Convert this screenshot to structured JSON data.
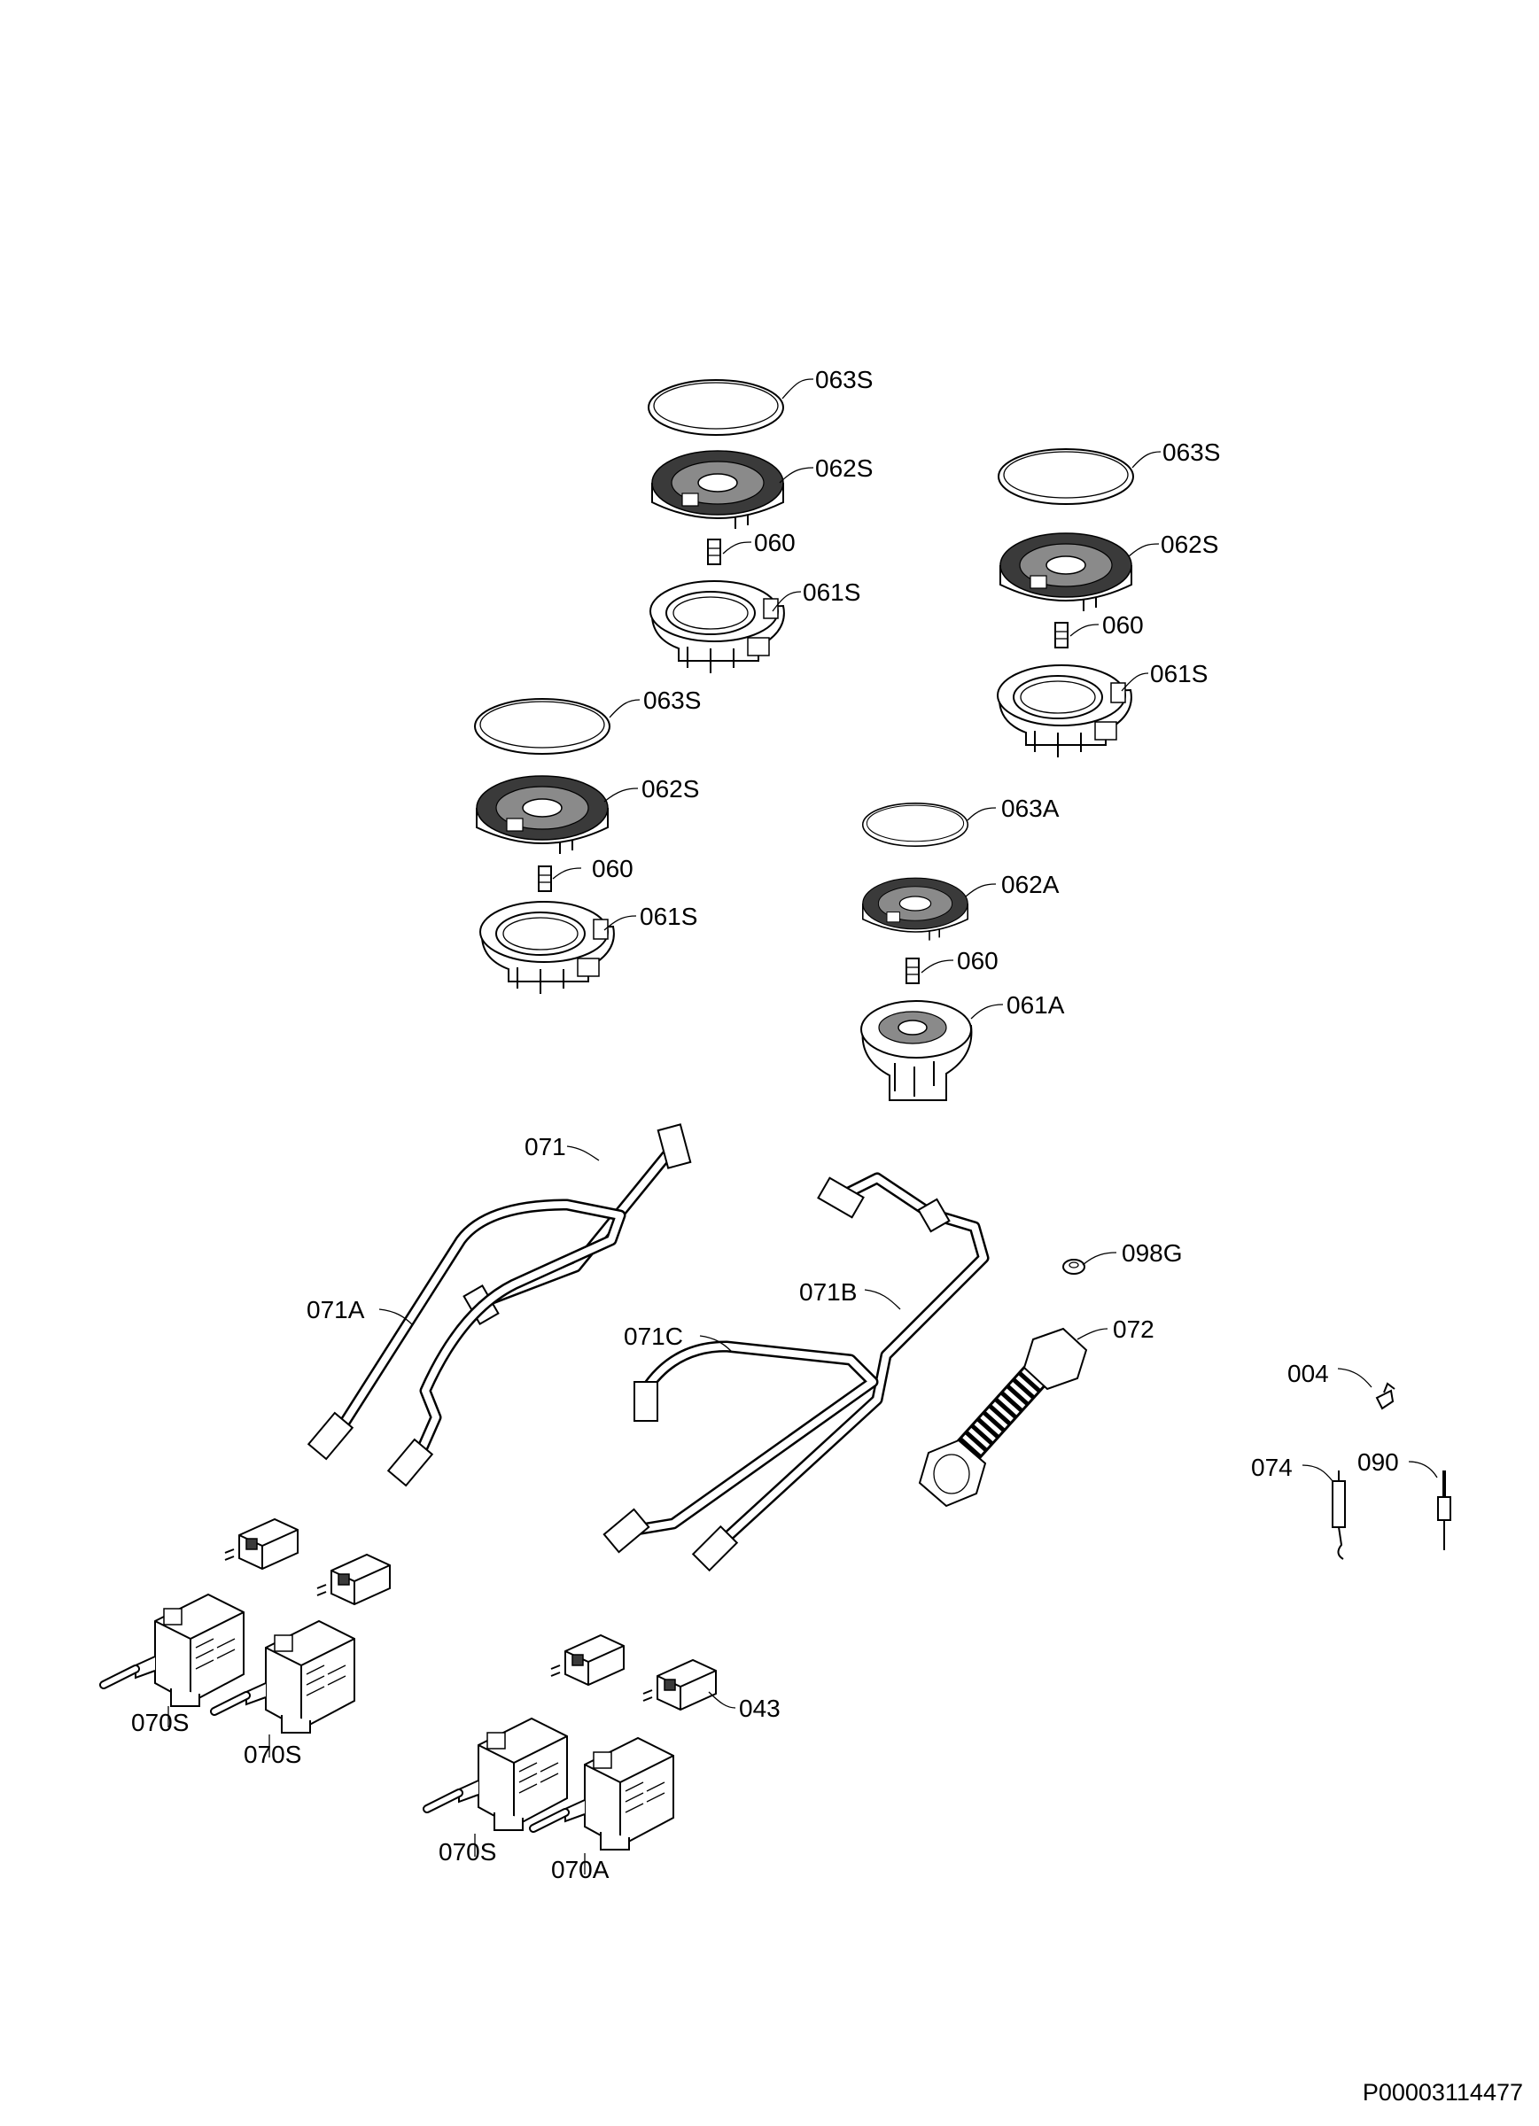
{
  "labels": {
    "cap_top_left": "063S",
    "head_top_left": "062S",
    "injector_top_left": "060",
    "cup_top_left": "061S",
    "cap_right": "063S",
    "head_right": "062S",
    "injector_right": "060",
    "cup_right": "061S",
    "cap_left": "063S",
    "head_left": "062S",
    "injector_left": "060",
    "cup_left": "061S",
    "cap_aux": "063A",
    "head_aux": "062A",
    "injector_aux": "060",
    "cup_aux": "061A",
    "pipe_071": "071",
    "pipe_071a": "071A",
    "pipe_071b": "071B",
    "pipe_071c": "071C",
    "washer": "098G",
    "hose": "072",
    "clip": "004",
    "electrode": "074",
    "thermocouple": "090",
    "microswitch": "043",
    "tap_1": "070S",
    "tap_2": "070S",
    "tap_3": "070S",
    "tap_4": "070A"
  },
  "document_id": "P00003114477"
}
